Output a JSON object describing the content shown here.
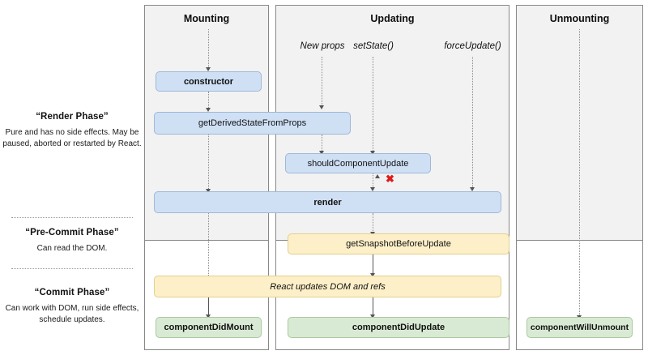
{
  "legend": {
    "phases": [
      {
        "title": "“Render Phase”",
        "description": "Pure and has no side effects. May be paused, aborted or restarted by React."
      },
      {
        "title": "“Pre-Commit Phase”",
        "description": "Can read the DOM."
      },
      {
        "title": "“Commit Phase”",
        "description": "Can work with DOM, run side effects, schedule updates."
      }
    ]
  },
  "columns": {
    "mounting": {
      "title": "Mounting"
    },
    "updating": {
      "title": "Updating",
      "triggers": [
        "New props",
        "setState()",
        "forceUpdate()"
      ]
    },
    "unmounting": {
      "title": "Unmounting"
    }
  },
  "nodes": {
    "constructor": "constructor",
    "get_derived_state_from_props": "getDerivedStateFromProps",
    "should_component_update": "shouldComponentUpdate",
    "render": "render",
    "get_snapshot_before_update": "getSnapshotBeforeUpdate",
    "react_updates_dom_and_refs": "React updates DOM and refs",
    "component_did_mount": "componentDidMount",
    "component_did_update": "componentDidUpdate",
    "component_will_unmount": "componentWillUnmount"
  },
  "annotations": {
    "skip_update_marker": "✖"
  },
  "colors": {
    "render_phase_background": "#f2f2f2",
    "blue_node": "#cfe0f5",
    "yellow_node": "#fdf0c9",
    "green_node": "#d9ead4",
    "skip_marker": "#e01b1b",
    "border": "#888888"
  }
}
